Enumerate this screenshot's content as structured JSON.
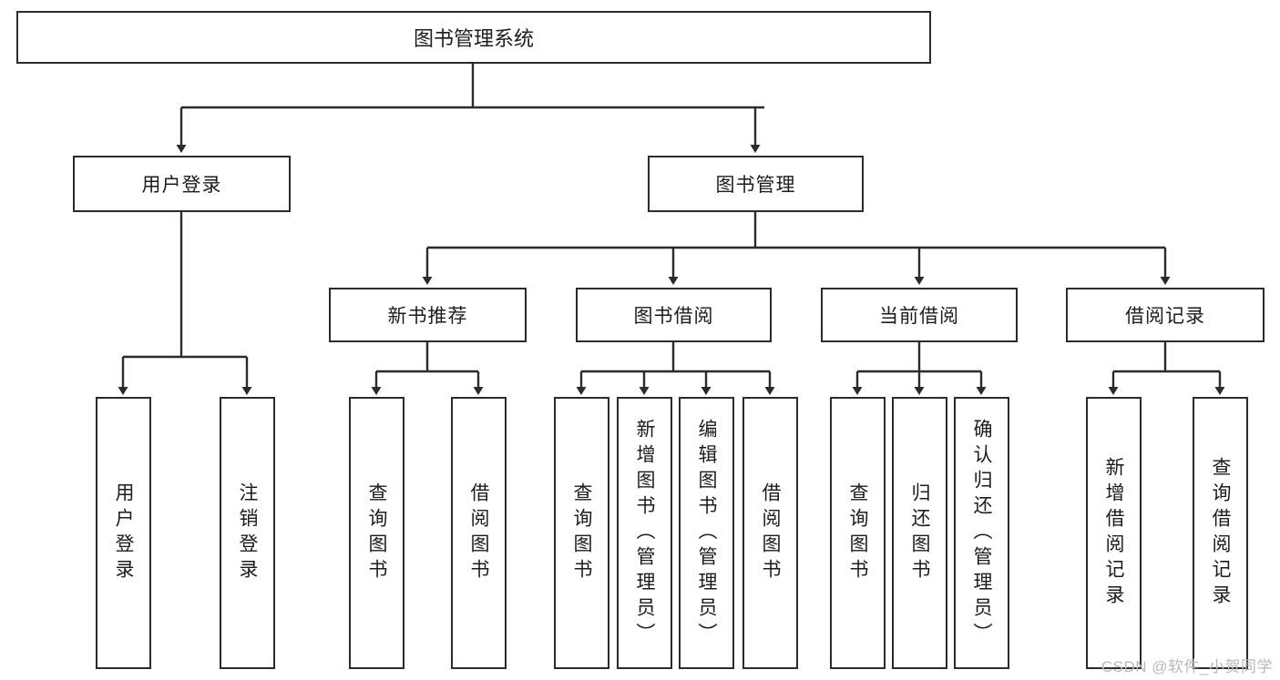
{
  "diagram": {
    "type": "tree-hierarchy",
    "title": "图书管理系统",
    "root": {
      "id": "root",
      "label": "图书管理系统"
    },
    "level1": [
      {
        "id": "user-login",
        "label": "用户登录"
      },
      {
        "id": "book-manage",
        "label": "图书管理"
      }
    ],
    "level2": [
      {
        "id": "new-book-recommend",
        "label": "新书推荐",
        "parent": "book-manage"
      },
      {
        "id": "book-borrow",
        "label": "图书借阅",
        "parent": "book-manage"
      },
      {
        "id": "current-borrow",
        "label": "当前借阅",
        "parent": "book-manage"
      },
      {
        "id": "borrow-record",
        "label": "借阅记录",
        "parent": "book-manage"
      }
    ],
    "leaves": [
      {
        "id": "leaf-user-login",
        "label": "用户登录",
        "parent": "user-login"
      },
      {
        "id": "leaf-user-logout",
        "label": "注销登录",
        "parent": "user-login"
      },
      {
        "id": "leaf-query-book-1",
        "label": "查询图书",
        "parent": "new-book-recommend"
      },
      {
        "id": "leaf-borrow-book-1",
        "label": "借阅图书",
        "parent": "new-book-recommend"
      },
      {
        "id": "leaf-query-book-2",
        "label": "查询图书",
        "parent": "book-borrow"
      },
      {
        "id": "leaf-add-book",
        "label": "新增图书（管理员）",
        "parent": "book-borrow"
      },
      {
        "id": "leaf-edit-book",
        "label": "编辑图书（管理员）",
        "parent": "book-borrow"
      },
      {
        "id": "leaf-borrow-book-2",
        "label": "借阅图书",
        "parent": "book-borrow"
      },
      {
        "id": "leaf-query-book-3",
        "label": "查询图书",
        "parent": "current-borrow"
      },
      {
        "id": "leaf-return-book",
        "label": "归还图书",
        "parent": "current-borrow"
      },
      {
        "id": "leaf-confirm-return",
        "label": "确认归还（管理员）",
        "parent": "current-borrow"
      },
      {
        "id": "leaf-add-record",
        "label": "新增借阅记录",
        "parent": "borrow-record"
      },
      {
        "id": "leaf-query-record",
        "label": "查询借阅记录",
        "parent": "borrow-record"
      }
    ],
    "colors": {
      "stroke": "#2b2b2b",
      "fill": "#ffffff",
      "text": "#1c1c1c",
      "watermark": "#b9b9b9"
    }
  },
  "watermark": {
    "text": "CSDN @软件_小贺同学"
  }
}
